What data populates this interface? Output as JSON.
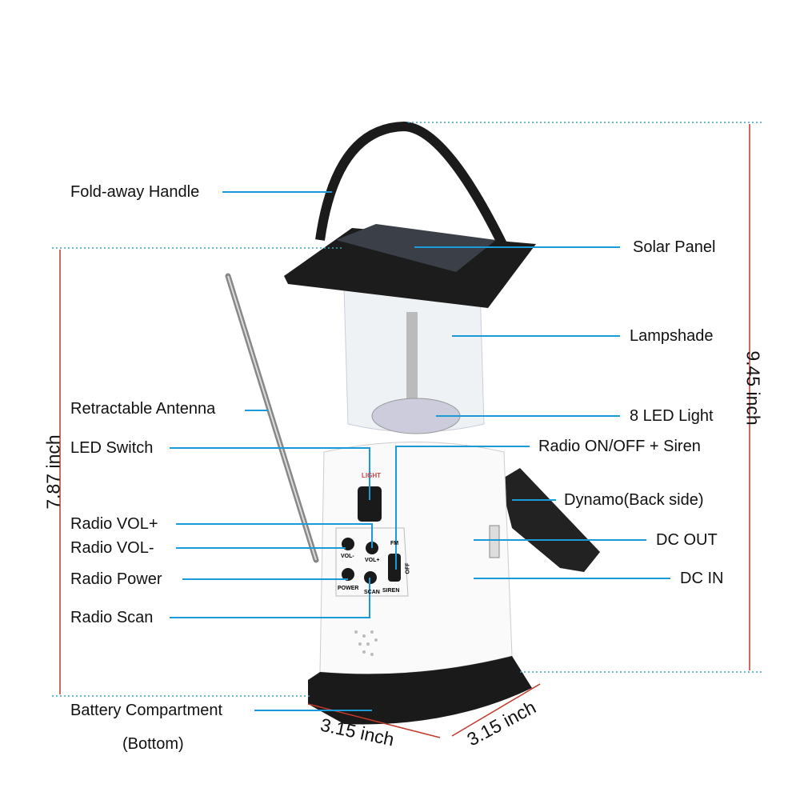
{
  "labels": {
    "handle": "Fold-away Handle",
    "solar": "Solar Panel",
    "lampshade": "Lampshade",
    "antenna": "Retractable Antenna",
    "led_light": "8 LED Light",
    "led_switch": "LED Switch",
    "radio_onoff": "Radio ON/OFF + Siren",
    "dynamo": "Dynamo(Back side)",
    "vol_plus": "Radio VOL+",
    "vol_minus": "Radio VOL-",
    "dc_out": "DC OUT",
    "power": "Radio Power",
    "dc_in": "DC IN",
    "scan": "Radio Scan",
    "battery": "Battery Compartment",
    "battery_note": "(Bottom)"
  },
  "dimensions": {
    "total_height": "9.45 inch",
    "body_height": "7.87 inch",
    "width": "3.15 inch",
    "depth": "3.15 inch"
  },
  "device_text": {
    "light": "LIGHT",
    "vol_minus": "VOL-",
    "vol_plus": "VOL+",
    "fm": "FM",
    "off": "OFF",
    "power": "POWER",
    "scan": "SCAN",
    "siren": "SIREN"
  },
  "colors": {
    "leader": "#1a9ad6",
    "dimension": "#c0392b",
    "guide": "#3aa6b9"
  }
}
